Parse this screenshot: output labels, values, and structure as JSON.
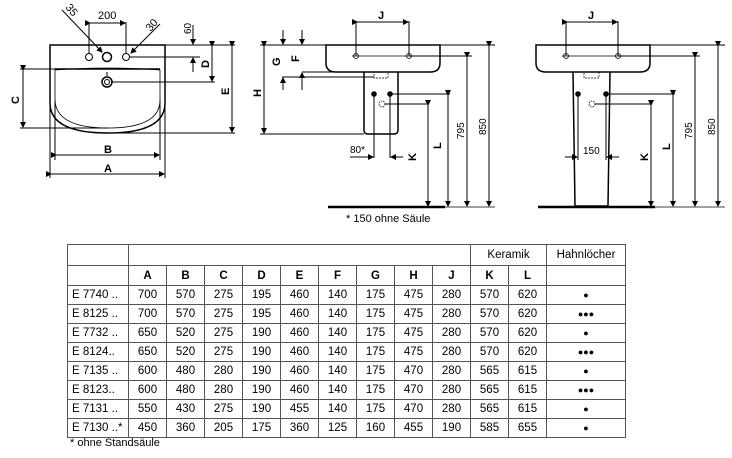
{
  "drawing": {
    "front_view": {
      "labels": {
        "A": "A",
        "B": "B",
        "C": "C",
        "D": "D",
        "E": "E"
      },
      "dims": {
        "tap_spacing": "200",
        "left_hole": "35",
        "right_hole": "30",
        "top_offset": "60"
      }
    },
    "side_view_half": {
      "labels": {
        "J": "J",
        "G": "G",
        "F": "F",
        "H": "H",
        "K": "K",
        "L": "L"
      },
      "dims": {
        "drain_spacing": "80*",
        "h795": "795",
        "h850": "850"
      },
      "footnote": "* 150 ohne Säule"
    },
    "side_view_full": {
      "labels": {
        "J": "J",
        "K": "K",
        "L": "L"
      },
      "dims": {
        "drain_spacing": "150",
        "h795": "795",
        "h850": "850"
      }
    }
  },
  "table": {
    "group_headers": {
      "keramik": "Keramik",
      "hahnloecher": "Hahnlöcher"
    },
    "columns": [
      "A",
      "B",
      "C",
      "D",
      "E",
      "F",
      "G",
      "H",
      "J",
      "K",
      "L"
    ],
    "rows": [
      {
        "model": "E 7740 ..",
        "values": [
          "700",
          "570",
          "275",
          "195",
          "460",
          "140",
          "175",
          "475",
          "280",
          "570",
          "620"
        ],
        "holes": "●"
      },
      {
        "model": "E 8125 ..",
        "values": [
          "700",
          "570",
          "275",
          "195",
          "460",
          "140",
          "175",
          "475",
          "280",
          "570",
          "620"
        ],
        "holes": "●●●"
      },
      {
        "model": "E 7732 ..",
        "values": [
          "650",
          "520",
          "275",
          "190",
          "460",
          "140",
          "175",
          "475",
          "280",
          "570",
          "620"
        ],
        "holes": "●"
      },
      {
        "model": "E 8124..",
        "values": [
          "650",
          "520",
          "275",
          "190",
          "460",
          "140",
          "175",
          "475",
          "280",
          "570",
          "620"
        ],
        "holes": "●●●"
      },
      {
        "model": "E 7135 ..",
        "values": [
          "600",
          "480",
          "280",
          "190",
          "460",
          "140",
          "175",
          "470",
          "280",
          "565",
          "615"
        ],
        "holes": "●"
      },
      {
        "model": "E 8123..",
        "values": [
          "600",
          "480",
          "280",
          "190",
          "460",
          "140",
          "175",
          "470",
          "280",
          "565",
          "615"
        ],
        "holes": "●●●"
      },
      {
        "model": "E 7131 ..",
        "values": [
          "550",
          "430",
          "275",
          "190",
          "455",
          "140",
          "175",
          "470",
          "280",
          "565",
          "615"
        ],
        "holes": "●"
      },
      {
        "model": "E 7130 ..*",
        "values": [
          "450",
          "360",
          "205",
          "175",
          "360",
          "125",
          "160",
          "455",
          "190",
          "585",
          "655"
        ],
        "holes": "●"
      }
    ],
    "footnote": "* ohne Standsäule"
  }
}
